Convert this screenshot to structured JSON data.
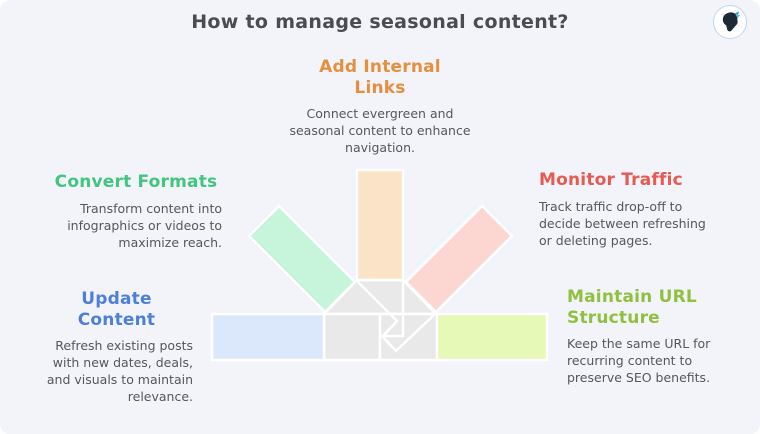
{
  "canvas": {
    "title": "How to manage seasonal content?",
    "background": "#f3f4f9",
    "title_color": "#4b4b54",
    "body_text_color": "#55565e"
  },
  "logo": {
    "icon": "woman-head-with-butterfly",
    "ring_color": "#bfd7f1",
    "silhouette_color": "#1e2836",
    "accent_color": "#2f9fda"
  },
  "graphic": {
    "type": "five-converging-arrows",
    "merge_fill": "#e9e9ea",
    "stroke": "#ffffff"
  },
  "sections": {
    "internal_links": {
      "title": "Add Internal Links",
      "line1": "Add Internal",
      "line2": "Links",
      "description": "Connect evergreen and seasonal content to enhance navigation.",
      "heading_color": "#e58f3f",
      "arrow_color": "#fbe3c8"
    },
    "convert_formats": {
      "title": "Convert Formats",
      "description": "Transform content into infographics or videos to maximize reach.",
      "heading_color": "#41c67f",
      "arrow_color": "#c6f5dc"
    },
    "monitor_traffic": {
      "title": "Monitor Traffic",
      "description": "Track traffic drop-off to decide between refreshing or deleting pages.",
      "heading_color": "#e65a50",
      "arrow_color": "#fcd7d2"
    },
    "update_content": {
      "title": "Update Content",
      "description": "Refresh existing posts with new dates, deals, and visuals to maintain relevance.",
      "heading_color": "#4d80d8",
      "arrow_color": "#dbe8fb"
    },
    "maintain_url": {
      "title": "Maintain URL Structure",
      "line1": "Maintain URL",
      "line2": "Structure",
      "description": "Keep the same URL for recurring content to preserve SEO benefits.",
      "heading_color": "#90c040",
      "arrow_color": "#e6f9b6"
    }
  }
}
